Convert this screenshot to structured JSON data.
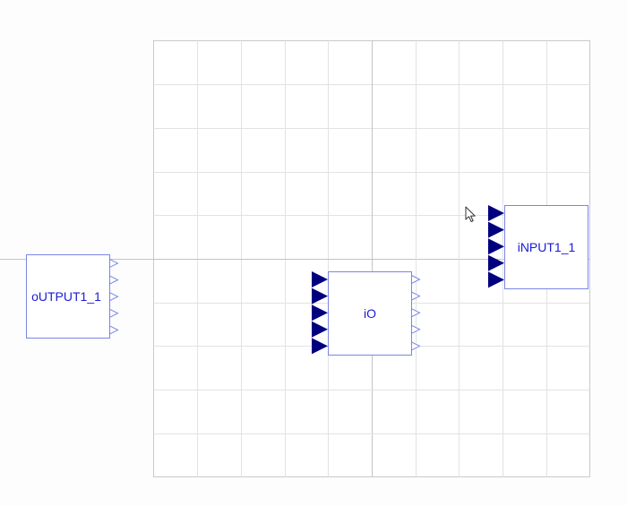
{
  "colors": {
    "background": "#fdfdfd",
    "grid_line": "#e2e2e2",
    "axis_line": "#c4c4c4",
    "border": "#c9c9c9",
    "block_border": "#7b85e6",
    "block_fill": "#ffffff",
    "label": "#1a1ad6",
    "input_port": "#00007f",
    "output_port": "#7b85e6"
  },
  "blocks": {
    "output": {
      "label": "oUTPUT1_1",
      "input_ports": 0,
      "output_ports": 5
    },
    "io": {
      "label": "iO",
      "input_ports": 5,
      "output_ports": 5
    },
    "input": {
      "label": "iNPUT1_1",
      "input_ports": 5,
      "output_ports": 0
    }
  },
  "cursor_icon": "arrow-pointer-icon"
}
